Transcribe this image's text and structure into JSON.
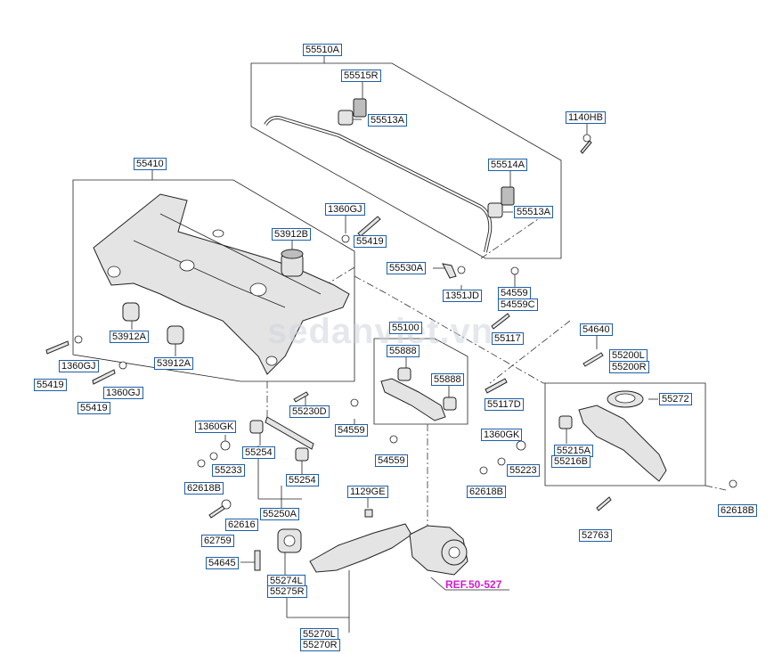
{
  "watermark": "sedanviet.vn",
  "reference": "REF.50-527",
  "labels": {
    "l55510A": "55510A",
    "l55515R": "55515R",
    "l55513A_top": "55513A",
    "l1140HB": "1140HB",
    "l55514A": "55514A",
    "l55513A_mid": "55513A",
    "l55410": "55410",
    "l1360GJ_top": "1360GJ",
    "l53912B": "53912B",
    "l55419_top": "55419",
    "l55530A": "55530A",
    "l1351JD": "1351JD",
    "l54559_r": "54559",
    "l54559C": "54559C",
    "l55100": "55100",
    "l55117": "55117",
    "l54640": "54640",
    "l55200L": "55200L",
    "l55200R": "55200R",
    "l53912A_1": "53912A",
    "l53912A_2": "53912A",
    "l1360GJ_l1": "1360GJ",
    "l55419_l1": "55419",
    "l1360GJ_l2": "1360GJ",
    "l55419_l2": "55419",
    "l55888_1": "55888",
    "l55888_2": "55888",
    "l55117D": "55117D",
    "l55272": "55272",
    "l55230D": "55230D",
    "l54559_m": "54559",
    "l1360GK_1": "1360GK",
    "l55254_1": "55254",
    "l55233": "55233",
    "l54559_m2": "54559",
    "l1360GK_2": "1360GK",
    "l55215A": "55215A",
    "l55216B": "55216B",
    "l55223": "55223",
    "l62618B_1": "62618B",
    "l55254_2": "55254",
    "l62618B_2": "62618B",
    "l1129GE": "1129GE",
    "l62618B_3": "62618B",
    "l62616": "62616",
    "l55250A": "55250A",
    "l62759": "62759",
    "l52763": "52763",
    "l54645": "54645",
    "l55274L": "55274L",
    "l55275R": "55275R",
    "l55270L": "55270L",
    "l55270R": "55270R"
  }
}
